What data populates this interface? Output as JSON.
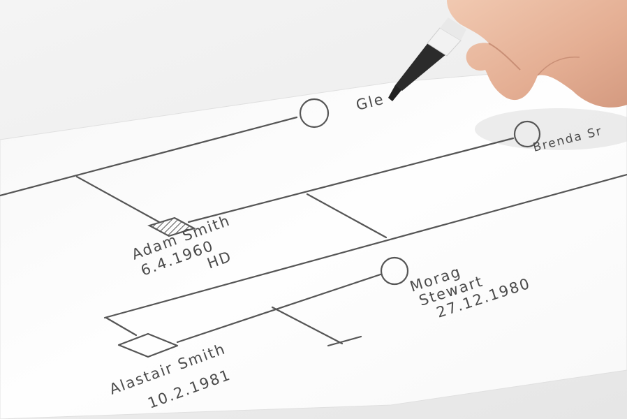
{
  "photo": {
    "colors": {
      "paper": "#fdfdfd",
      "background": "#ececec",
      "ink": "#555555",
      "skin": "#e8b9a0",
      "marker_body": "#2b2b2b",
      "marker_band": "#f2f2f2"
    },
    "pedigree": {
      "labels": {
        "top_partial": "Gle",
        "brenda": "Brenda Sr",
        "adam_name": "Adam Smith",
        "adam_date": "6.4.1960",
        "adam_note": "HD",
        "morag_first": "Morag",
        "morag_last": "Stewart",
        "morag_date": "27.12.1980",
        "alastair_name": "Alastair Smith",
        "alastair_date": "10.2.1981"
      }
    }
  }
}
